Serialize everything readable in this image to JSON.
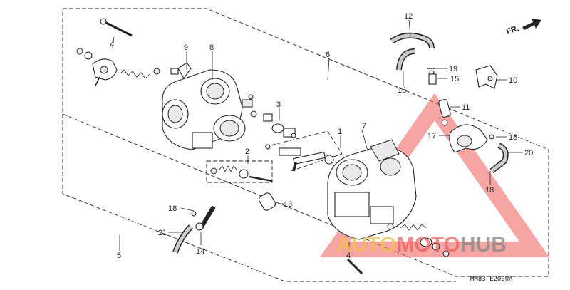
{
  "diagram": {
    "code": "MM83-E2000A",
    "direction_label": "FR.",
    "callouts": {
      "c1": "1",
      "c2": "2",
      "c3": "3",
      "c4a": "4",
      "c4b": "4",
      "c5": "5",
      "c6": "6",
      "c7": "7",
      "c8": "8",
      "c9": "9",
      "c10": "10",
      "c11": "11",
      "c12": "12",
      "c13": "13",
      "c14": "14",
      "c15": "15",
      "c16": "16",
      "c17": "17",
      "c18a": "18",
      "c18b": "18",
      "c18c": "18",
      "c19": "19",
      "c20": "20",
      "c21": "21"
    }
  },
  "watermark": {
    "text_a": "AUTO",
    "text_b": "MOTO",
    "text_c": "HUB",
    "color_red": "#ee5a5a",
    "color_yellow": "#f3c14a",
    "color_gray": "#9a9a9a"
  }
}
